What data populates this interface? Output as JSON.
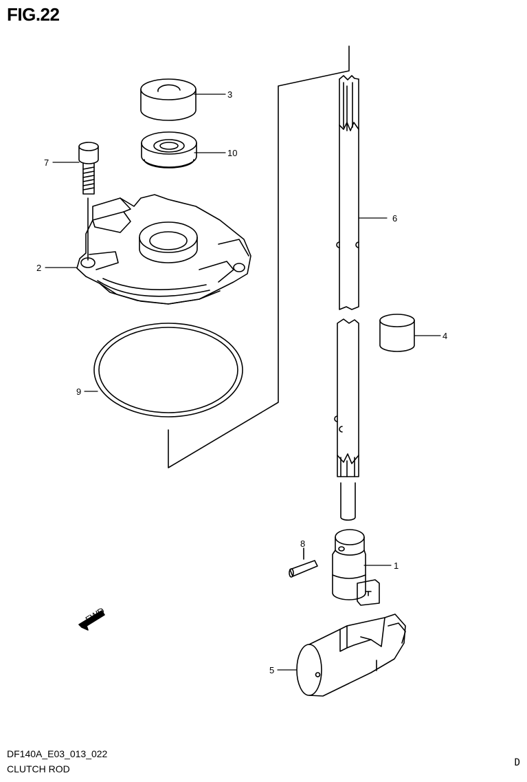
{
  "figure": {
    "title": "FIG.22"
  },
  "callouts": {
    "c1": "1",
    "c2": "2",
    "c3": "3",
    "c4": "4",
    "c5": "5",
    "c6": "6",
    "c7": "7",
    "c8": "8",
    "c9": "9",
    "c10": "10"
  },
  "fwd_label": "FWD",
  "footer": {
    "code": "DF140A_E03_013_022",
    "name": "CLUTCH ROD",
    "letter": "D"
  },
  "colors": {
    "line": "#000000",
    "background": "#ffffff"
  }
}
